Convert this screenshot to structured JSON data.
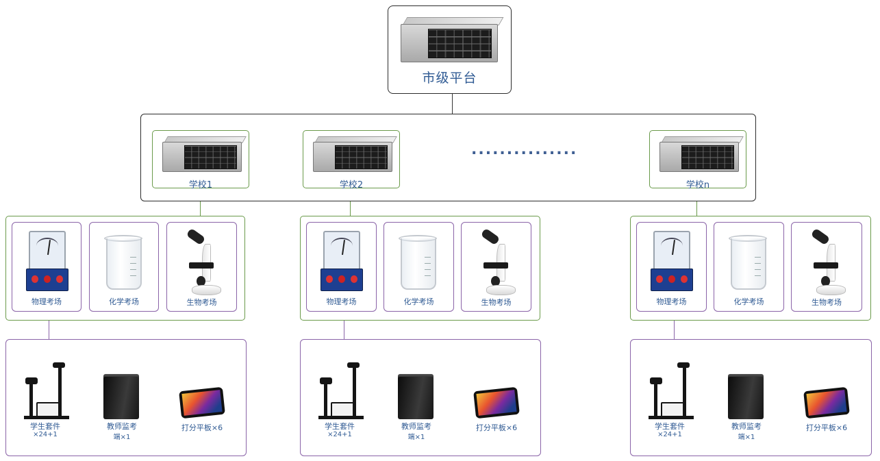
{
  "city": {
    "label": "市级平台",
    "icon": "server-icon"
  },
  "schools": [
    {
      "label": "学校1",
      "icon": "server-icon"
    },
    {
      "label": "学校2",
      "icon": "server-icon"
    },
    {
      "label": "学校n",
      "icon": "server-icon"
    }
  ],
  "ellipsis": "...............",
  "rooms": [
    {
      "label": "物理考场",
      "icon": "voltmeter-icon"
    },
    {
      "label": "化学考场",
      "icon": "beaker-icon"
    },
    {
      "label": "生物考场",
      "icon": "microscope-icon"
    }
  ],
  "devices": [
    {
      "line1": "学生套件",
      "line2": "×24+1",
      "icon": "document-camera-icon"
    },
    {
      "line1": "教师监考",
      "line2": "端×1",
      "icon": "desktop-tower-icon"
    },
    {
      "line1": "打分平板×6",
      "line2": "",
      "icon": "tablet-icon"
    }
  ],
  "colors": {
    "label_blue": "#2f5a93",
    "border_green": "#6a9a4a",
    "border_purple": "#8a63a8",
    "border_dark": "#2b2b2b",
    "dots_blue": "#3f5f93"
  }
}
